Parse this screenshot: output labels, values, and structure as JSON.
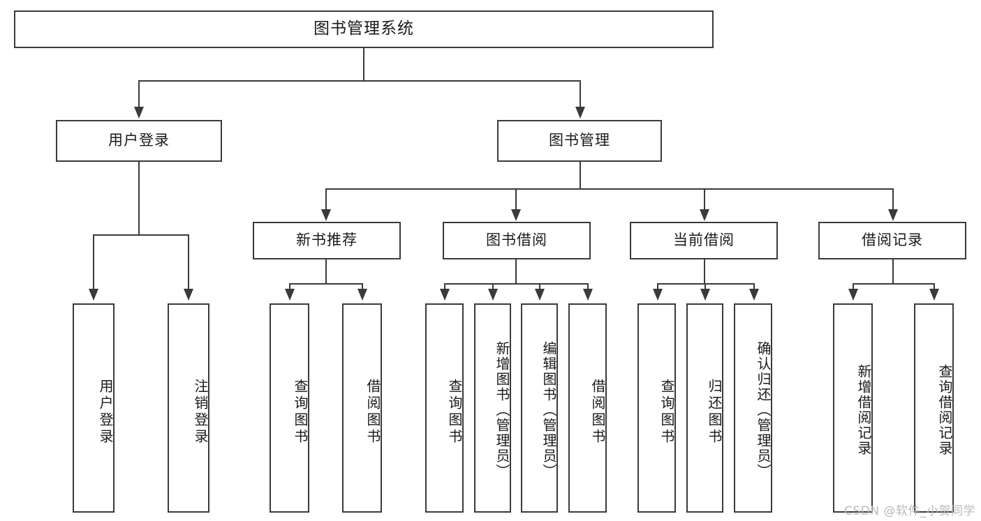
{
  "diagram": {
    "title": "图书管理系统",
    "type": "hierarchy-tree",
    "watermark": "CSDN @软件_小贺同学",
    "colors": {
      "background": "#ffffff",
      "border": "#3a3a3a",
      "text": "#1a1a1a",
      "watermark": "#b9b9b9"
    },
    "root": {
      "label": "图书管理系统"
    },
    "level2": [
      {
        "label": "用户登录"
      },
      {
        "label": "图书管理"
      }
    ],
    "level3": [
      {
        "label": "新书推荐"
      },
      {
        "label": "图书借阅"
      },
      {
        "label": "当前借阅"
      },
      {
        "label": "借阅记录"
      }
    ],
    "leaves": {
      "user_login": [
        {
          "label": "用户登录"
        },
        {
          "label": "注销登录"
        }
      ],
      "new_book_recommend": [
        {
          "label": "查询图书"
        },
        {
          "label": "借阅图书"
        }
      ],
      "book_borrow": [
        {
          "label": "查询图书"
        },
        {
          "label": "新增图书（管理员）"
        },
        {
          "label": "编辑图书（管理员）"
        },
        {
          "label": "借阅图书"
        }
      ],
      "current_borrow": [
        {
          "label": "查询图书"
        },
        {
          "label": "归还图书"
        },
        {
          "label": "确认归还（管理员）"
        }
      ],
      "borrow_record": [
        {
          "label": "新增借阅记录"
        },
        {
          "label": "查询借阅记录"
        }
      ]
    }
  }
}
